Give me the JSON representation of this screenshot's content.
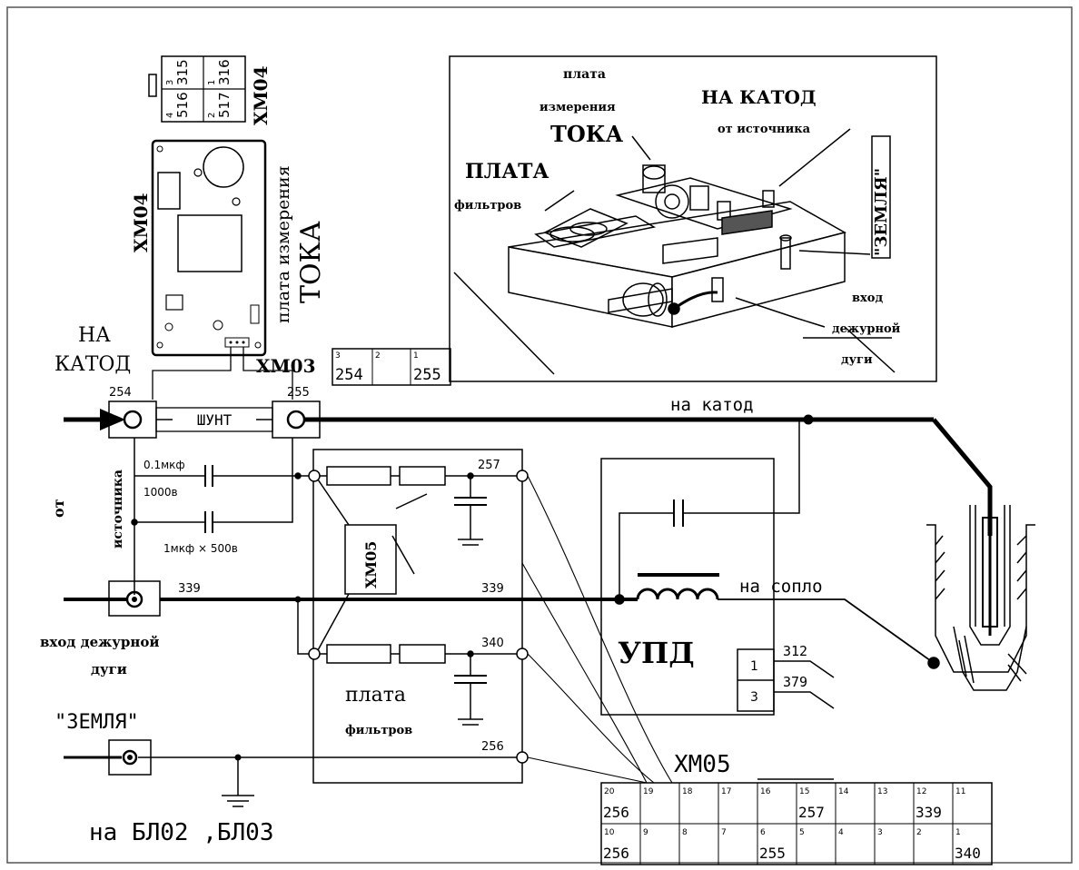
{
  "xm04": {
    "title": "XM04",
    "cells": [
      {
        "pin": "4",
        "wire": "516"
      },
      {
        "pin": "3",
        "wire": "315"
      },
      {
        "pin": "2",
        "wire": "517"
      },
      {
        "pin": "1",
        "wire": "316"
      }
    ],
    "board_label": "XM04"
  },
  "board": {
    "label_line1": "плата измерения",
    "label_line2": "ТОКА"
  },
  "na_katod_left": {
    "line1": "НА",
    "line2": "КАТОД"
  },
  "xm03": {
    "title": "XM03",
    "cells": [
      {
        "pin": "3",
        "wire": "254"
      },
      {
        "pin": "2",
        "wire": ""
      },
      {
        "pin": "1",
        "wire": "255"
      }
    ]
  },
  "shunt": {
    "label": "ШУНТ",
    "left_wire": "254",
    "right_wire": "255"
  },
  "source": {
    "ot": "от",
    "istochnika": "источника"
  },
  "caps": {
    "c1_value": "0.1мкф",
    "c1_voltage": "1000в",
    "c2_value": "1мкф × 500в"
  },
  "filter_board": {
    "connector": "XM05",
    "wires": {
      "top": "257",
      "mid": "339",
      "low": "340",
      "bottom": "256"
    },
    "label_line1": "плата",
    "label_line2": "фильтров"
  },
  "input_duty_arc": {
    "wire": "339",
    "line1": "вход дежурной",
    "line2": "дуги"
  },
  "ground": {
    "label": "\"ЗЕМЛЯ\"",
    "dest": "на БЛ02 ,БЛ03"
  },
  "upd": {
    "label": "УПД",
    "pins": [
      {
        "pin": "1",
        "wire": "312"
      },
      {
        "pin": "3",
        "wire": "379"
      }
    ]
  },
  "wires": {
    "to_cathode": "на катод",
    "to_nozzle": "на сопло"
  },
  "xm05_table": {
    "title": "XM05",
    "top_row": [
      {
        "pin": "20",
        "wire": "256"
      },
      {
        "pin": "19",
        "wire": ""
      },
      {
        "pin": "18",
        "wire": ""
      },
      {
        "pin": "17",
        "wire": ""
      },
      {
        "pin": "16",
        "wire": ""
      },
      {
        "pin": "15",
        "wire": "257"
      },
      {
        "pin": "14",
        "wire": ""
      },
      {
        "pin": "13",
        "wire": ""
      },
      {
        "pin": "12",
        "wire": "339"
      },
      {
        "pin": "11",
        "wire": ""
      }
    ],
    "bottom_row": [
      {
        "pin": "10",
        "wire": "256"
      },
      {
        "pin": "9",
        "wire": ""
      },
      {
        "pin": "8",
        "wire": ""
      },
      {
        "pin": "7",
        "wire": ""
      },
      {
        "pin": "6",
        "wire": "255"
      },
      {
        "pin": "5",
        "wire": ""
      },
      {
        "pin": "4",
        "wire": ""
      },
      {
        "pin": "3",
        "wire": ""
      },
      {
        "pin": "2",
        "wire": ""
      },
      {
        "pin": "1",
        "wire": "340"
      }
    ]
  },
  "assembly": {
    "current_board_l1": "плата",
    "current_board_l2": "измерения",
    "current_board_l3": "ТОКА",
    "to_cathode_l1": "НА КАТОД",
    "to_cathode_l2": "от источника",
    "filter_l1": "ПЛАТА",
    "filter_l2": "фильтров",
    "earth": "\"ЗЕМЛЯ\"",
    "arc_l1": "вход",
    "arc_l2": "дежурной",
    "arc_l3": "дуги"
  }
}
